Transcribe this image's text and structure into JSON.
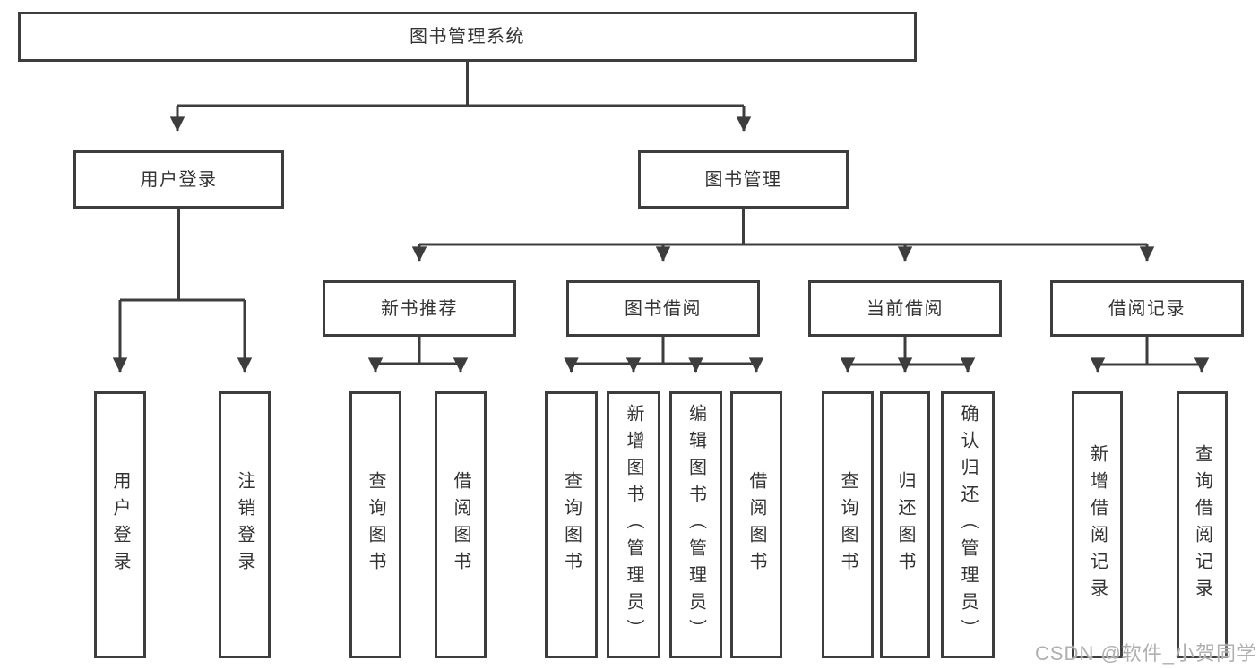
{
  "diagram": {
    "title": "图书管理系统",
    "root": "图书管理系统",
    "branches": [
      {
        "label": "用户登录",
        "children": [
          "用户登录",
          "注销登录"
        ]
      },
      {
        "label": "图书管理",
        "sections": [
          {
            "label": "新书推荐",
            "children": [
              "查询图书",
              "借阅图书"
            ]
          },
          {
            "label": "图书借阅",
            "children": [
              "查询图书",
              "新增图书（管理员）",
              "编辑图书（管理员）",
              "借阅图书"
            ]
          },
          {
            "label": "当前借阅",
            "children": [
              "查询图书",
              "归还图书",
              "确认归还（管理员）"
            ]
          },
          {
            "label": "借阅记录",
            "children": [
              "新增借阅记录",
              "查询借阅记录"
            ]
          }
        ]
      }
    ]
  },
  "watermark": {
    "text": "CSDN @软件_小贺同学"
  },
  "colors": {
    "box_border": "#3d3d3d",
    "connector_line": "#3d3d3d",
    "label_text": "#333333",
    "watermark_text": "#b0b0b0",
    "background": "#ffffff"
  }
}
